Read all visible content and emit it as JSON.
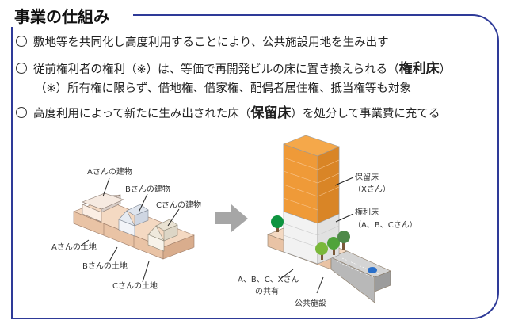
{
  "title": "事業の仕組み",
  "bullets": [
    {
      "text": "敷地等を共同化し高度利用することにより、公共施設用地を生み出す"
    },
    {
      "text": "従前権利者の権利（※）は、等価で再開発ビルの床に置き換えられる（",
      "bold": "権利床",
      "after": "）"
    },
    {
      "note": "（※）所有権に限らず、借地権、借家権、配偶者居住権、抵当権等も対象"
    },
    {
      "text": "高度利用によって新たに生み出された床（",
      "bold": "保留床",
      "after": "）を処分して事業費に充てる"
    }
  ],
  "diagram": {
    "before": {
      "building_a": "Aさんの建物",
      "building_b": "Bさんの建物",
      "building_c": "Cさんの建物",
      "land_a": "Aさんの土地",
      "land_b": "Bさんの土地",
      "land_c": "Cさんの土地"
    },
    "after": {
      "reserved_floor": "保留床",
      "reserved_owner": "（Xさん）",
      "rights_floor": "権利床",
      "rights_owner": "（A、B、Cさん）",
      "shared_land": "A、B、C、Xさん",
      "shared_land_2": "の共有",
      "public_facility": "公共施設"
    }
  },
  "colors": {
    "frame": "#2e3a98",
    "reserved": "#e8922e",
    "land": "#f2cfb3"
  }
}
